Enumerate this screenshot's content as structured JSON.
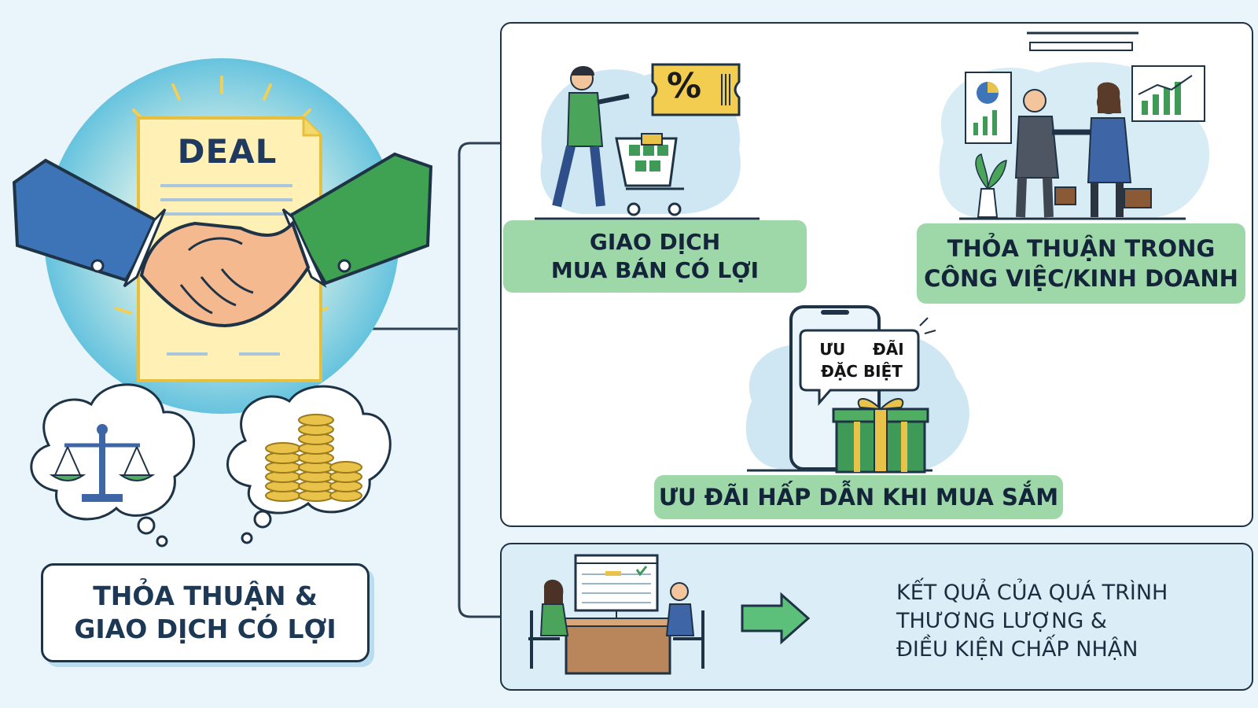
{
  "document_text": {
    "deal_label": "DEAL",
    "main_title": [
      "THỎA THUẬN &",
      "GIAO DỊCH CÓ LỢI"
    ],
    "coupon_symbol": "%",
    "card1": [
      "GIAO DỊCH",
      "MUA BÁN CÓ LỢI"
    ],
    "card2": [
      "THỎA THUẬN TRONG",
      "CÔNG VIỆC/KINH DOANH"
    ],
    "phone_bubble": [
      "ƯU     ĐÃI",
      "ĐẶC BIỆT"
    ],
    "card3": "ƯU ĐÃI HẤP DẪN KHI MUA SẮM",
    "result": [
      "KẾT QUẢ CỦA QUÁ TRÌNH",
      "THƯƠNG LƯỢNG &",
      "ĐIỀU KIỆN CHẤP NHẬN"
    ]
  },
  "colors": {
    "background": "#eaf5fb",
    "caption_green": "#9ed8a8",
    "accent_green": "#3e9a56",
    "navy": "#1f3346",
    "blue_sleeve": "#3d74b8",
    "gold": "#e8c249"
  },
  "icons": [
    "handshake-icon",
    "deal-document-icon",
    "balance-scale-icon",
    "coins-icon",
    "shopper-cart-icon",
    "discount-coupon-icon",
    "business-handshake-icon",
    "phone-gift-icon",
    "meeting-table-icon",
    "arrow-right-icon"
  ]
}
